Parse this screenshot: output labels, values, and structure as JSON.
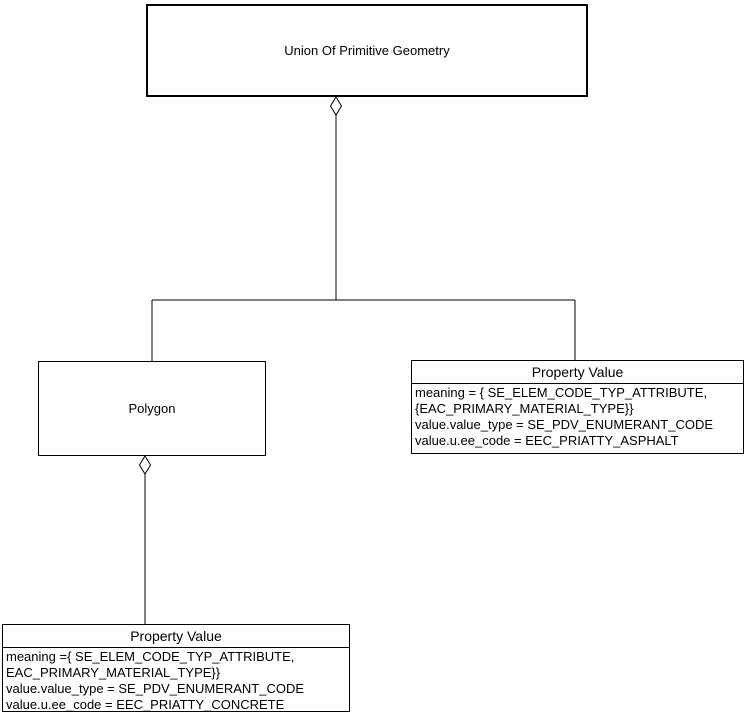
{
  "diagram": {
    "nodes": {
      "union": {
        "label": "Union Of Primitive Geometry"
      },
      "polygon": {
        "label": "Polygon"
      },
      "property_value_right": {
        "title": "Property Value",
        "attributes": [
          "meaning = { SE_ELEM_CODE_TYP_ATTRIBUTE,",
          "{EAC_PRIMARY_MATERIAL_TYPE}}",
          "value.value_type = SE_PDV_ENUMERANT_CODE",
          "value.u.ee_code = EEC_PRIATTY_ASPHALT"
        ]
      },
      "property_value_bottom": {
        "title": "Property Value",
        "attributes": [
          "meaning ={ SE_ELEM_CODE_TYP_ATTRIBUTE,",
          "EAC_PRIMARY_MATERIAL_TYPE}}",
          "value.value_type = SE_PDV_ENUMERANT_CODE",
          "value.u.ee_code = EEC_PRIATTY_CONCRETE"
        ]
      }
    },
    "relationships": {
      "union_aggregation": "aggregation (open diamond) from Union Of Primitive Geometry to Polygon and Property Value",
      "polygon_aggregation": "aggregation (open diamond) from Polygon to Property Value"
    },
    "colors": {
      "line": "#000000",
      "background": "#ffffff",
      "node_fill": "#ffffff"
    }
  }
}
